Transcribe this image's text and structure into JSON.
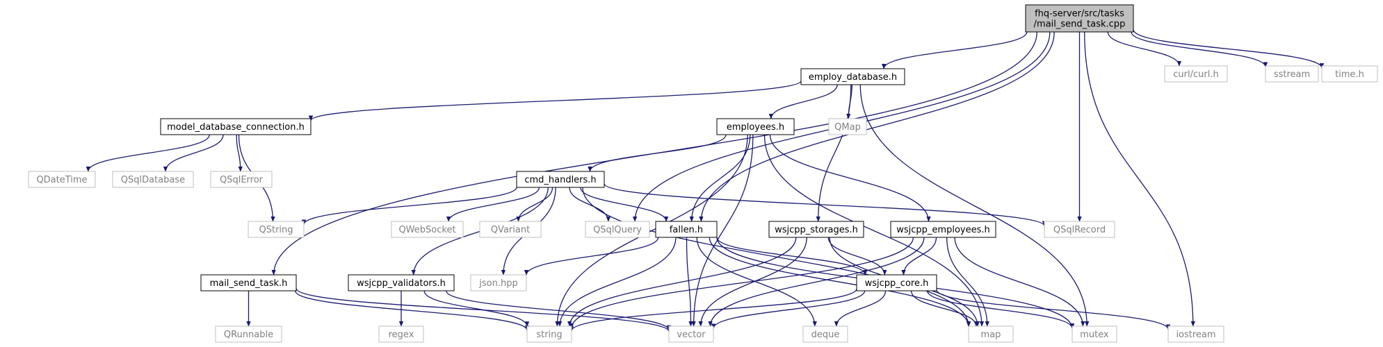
{
  "diagram": {
    "root": {
      "line1": "fhq-server/src/tasks",
      "line2": "/mail_send_task.cpp"
    },
    "nodes": {
      "employ_database": "employ_database.h",
      "model_database_connection": "model_database_connection.h",
      "employees": "employees.h",
      "cmd_handlers": "cmd_handlers.h",
      "fallen": "fallen.h",
      "wsjcpp_storages": "wsjcpp_storages.h",
      "wsjcpp_employees": "wsjcpp_employees.h",
      "mail_send_task": "mail_send_task.h",
      "wsjcpp_validators": "wsjcpp_validators.h",
      "wsjcpp_core": "wsjcpp_core.h",
      "curl": "curl/curl.h",
      "sstream": "sstream",
      "time": "time.h",
      "qmap": "QMap",
      "qdatetime": "QDateTime",
      "qsqldatabase": "QSqlDatabase",
      "qsqlerror": "QSqlError",
      "qstring": "QString",
      "qwebsocket": "QWebSocket",
      "qvariant": "QVariant",
      "qsqlquery": "QSqlQuery",
      "qsqlrecord": "QSqlRecord",
      "json": "json.hpp",
      "qrunnable": "QRunnable",
      "regex": "regex",
      "string": "string",
      "vector": "vector",
      "deque": "deque",
      "map": "map",
      "mutex": "mutex",
      "iostream": "iostream"
    },
    "edges": [
      [
        "root",
        "employ_database"
      ],
      [
        "root",
        "curl"
      ],
      [
        "root",
        "sstream"
      ],
      [
        "root",
        "time"
      ],
      [
        "root",
        "qsqlrecord"
      ],
      [
        "root",
        "iostream"
      ],
      [
        "root",
        "mail_send_task"
      ],
      [
        "root",
        "qsqlquery"
      ],
      [
        "root",
        "fallen"
      ],
      [
        "employ_database",
        "model_database_connection"
      ],
      [
        "employ_database",
        "employees"
      ],
      [
        "employ_database",
        "qmap"
      ],
      [
        "employ_database",
        "wsjcpp_storages"
      ],
      [
        "employ_database",
        "mutex"
      ],
      [
        "model_database_connection",
        "qdatetime"
      ],
      [
        "model_database_connection",
        "qsqldatabase"
      ],
      [
        "model_database_connection",
        "qsqlerror"
      ],
      [
        "model_database_connection",
        "qstring"
      ],
      [
        "employees",
        "cmd_handlers"
      ],
      [
        "employees",
        "fallen"
      ],
      [
        "employees",
        "wsjcpp_employees"
      ],
      [
        "employees",
        "string"
      ],
      [
        "employees",
        "vector"
      ],
      [
        "employees",
        "map"
      ],
      [
        "cmd_handlers",
        "qstring"
      ],
      [
        "cmd_handlers",
        "qwebsocket"
      ],
      [
        "cmd_handlers",
        "qvariant"
      ],
      [
        "cmd_handlers",
        "qsqlquery"
      ],
      [
        "cmd_handlers",
        "qsqlrecord"
      ],
      [
        "cmd_handlers",
        "json"
      ],
      [
        "cmd_handlers",
        "wsjcpp_validators"
      ],
      [
        "cmd_handlers",
        "fallen"
      ],
      [
        "cmd_handlers",
        "map"
      ],
      [
        "fallen",
        "json"
      ],
      [
        "fallen",
        "string"
      ],
      [
        "fallen",
        "vector"
      ],
      [
        "fallen",
        "deque"
      ],
      [
        "fallen",
        "map"
      ],
      [
        "fallen",
        "mutex"
      ],
      [
        "fallen",
        "wsjcpp_core"
      ],
      [
        "wsjcpp_storages",
        "wsjcpp_core"
      ],
      [
        "wsjcpp_storages",
        "string"
      ],
      [
        "wsjcpp_storages",
        "vector"
      ],
      [
        "wsjcpp_storages",
        "map"
      ],
      [
        "wsjcpp_employees",
        "wsjcpp_core"
      ],
      [
        "wsjcpp_employees",
        "string"
      ],
      [
        "wsjcpp_employees",
        "vector"
      ],
      [
        "wsjcpp_employees",
        "map"
      ],
      [
        "wsjcpp_employees",
        "mutex"
      ],
      [
        "mail_send_task",
        "qrunnable"
      ],
      [
        "mail_send_task",
        "string"
      ],
      [
        "mail_send_task",
        "vector"
      ],
      [
        "wsjcpp_validators",
        "regex"
      ],
      [
        "wsjcpp_validators",
        "string"
      ],
      [
        "wsjcpp_validators",
        "vector"
      ],
      [
        "wsjcpp_core",
        "string"
      ],
      [
        "wsjcpp_core",
        "vector"
      ],
      [
        "wsjcpp_core",
        "deque"
      ],
      [
        "wsjcpp_core",
        "map"
      ],
      [
        "wsjcpp_core",
        "mutex"
      ],
      [
        "wsjcpp_core",
        "iostream"
      ]
    ],
    "colors": {
      "edge": "#191970",
      "root_fill": "#bfbfbf",
      "node_border": "#000000",
      "external_border": "#bfbfbf",
      "text": "#000000",
      "external_text": "#808080"
    }
  }
}
